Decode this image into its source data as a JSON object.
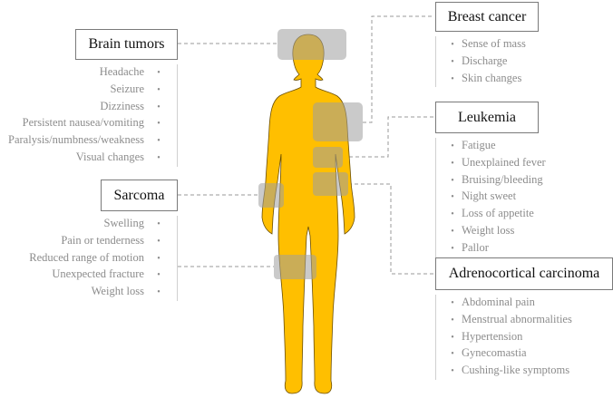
{
  "diagram": {
    "colors": {
      "body": "#FFBF00",
      "outline": "#6b4e00",
      "highlight": "#a8a8a8",
      "connector": "#999999",
      "title_border": "#7a7a7a",
      "symptom_text": "#8c8c8c"
    },
    "body_figure": "female-silhouette",
    "groups": [
      {
        "id": "brain-tumors",
        "title": "Brain tumors",
        "side": "left",
        "region": "head",
        "symptoms": [
          "Headache",
          "Seizure",
          "Dizziness",
          "Persistent nausea/vomiting",
          "Paralysis/numbness/weakness",
          "Visual changes"
        ]
      },
      {
        "id": "sarcoma",
        "title": "Sarcoma",
        "side": "left",
        "region": "arm / thigh",
        "symptoms": [
          "Swelling",
          "Pain or tenderness",
          "Reduced range of motion",
          "Unexpected fracture",
          "Weight loss"
        ]
      },
      {
        "id": "breast-cancer",
        "title": "Breast cancer",
        "side": "right",
        "region": "chest",
        "symptoms": [
          "Sense of mass",
          "Discharge",
          "Skin changes"
        ]
      },
      {
        "id": "leukemia",
        "title": "Leukemia",
        "side": "right",
        "region": "abdomen",
        "symptoms": [
          "Fatigue",
          "Unexplained fever",
          "Bruising/bleeding",
          "Night sweet",
          "Loss of appetite",
          "Weight loss",
          "Pallor"
        ]
      },
      {
        "id": "adrenocortical-carcinoma",
        "title": "Adrenocortical carcinoma",
        "side": "right",
        "region": "lower abdomen",
        "symptoms": [
          "Abdominal pain",
          "Menstrual abnormalities",
          "Hypertension",
          "Gynecomastia",
          "Cushing-like symptoms"
        ]
      }
    ]
  }
}
